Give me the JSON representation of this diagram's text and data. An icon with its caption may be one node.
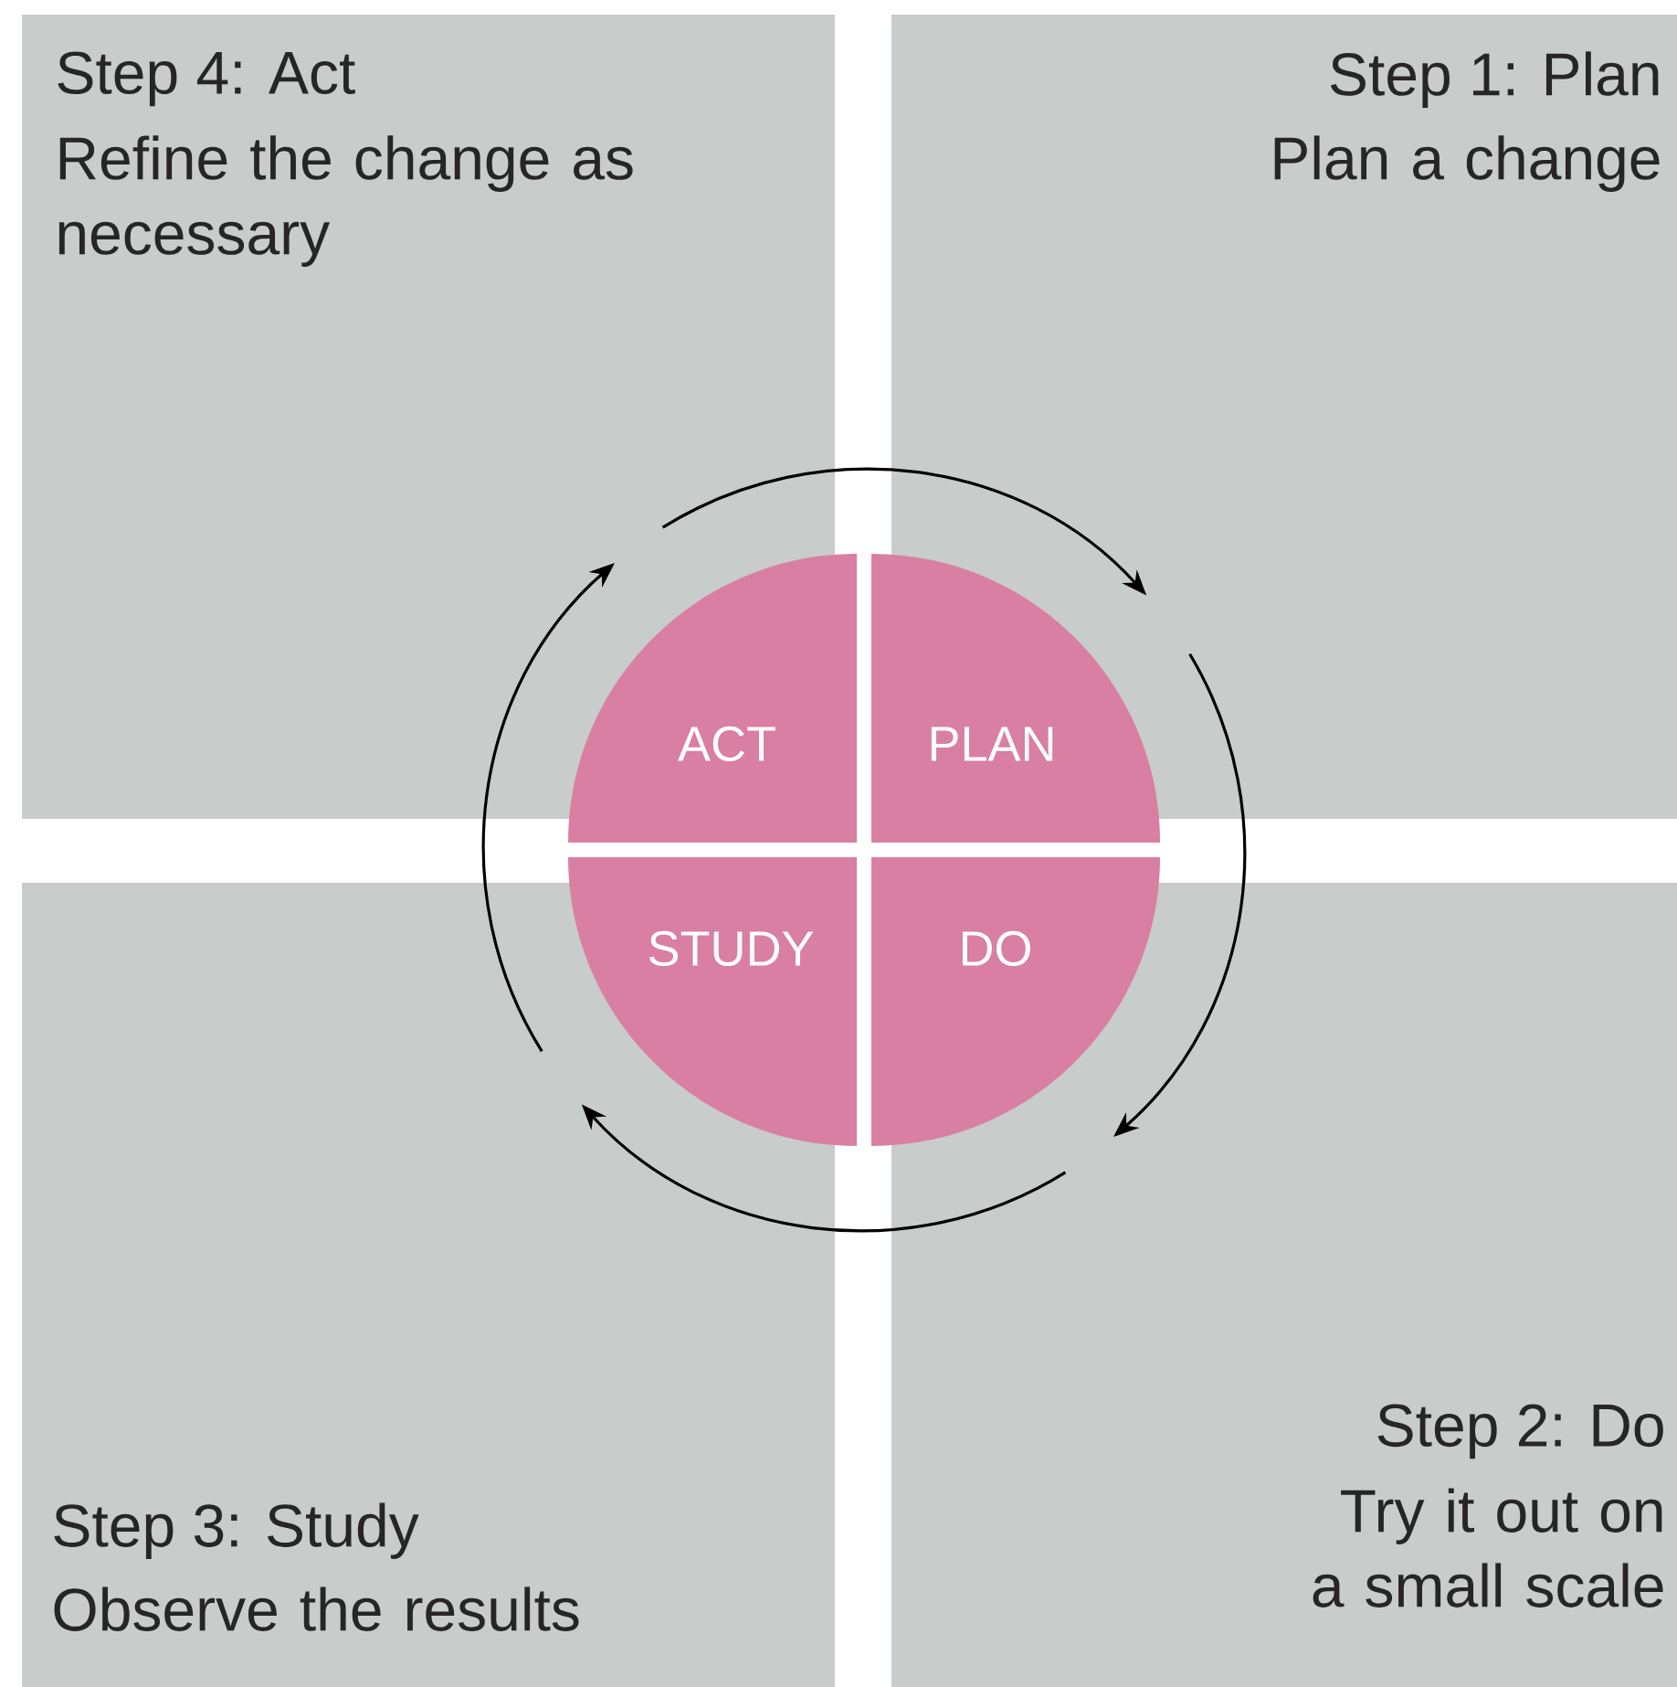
{
  "diagram": {
    "nodes": [
      {
        "text": [
          "Step 4:  Act",
          "Refine the change as necessary"
        ]
      },
      {
        "text": [
          "Step 1:  Plan",
          "Plan a change"
        ]
      },
      {
        "text": [
          "Step 3: Study",
          "Observe the results"
        ]
      },
      {
        "text": [
          "Step 2:  Do",
          "Try it out on a small scale"
        ]
      },
      {
        "text": [
          "ACT"
        ]
      },
      {
        "text": [
          "PLAN"
        ]
      },
      {
        "text": [
          "STUDY"
        ]
      },
      {
        "text": [
          "DO"
        ]
      }
    ],
    "edges": [
      {
        "from": 0,
        "to": 1,
        "arrow": "to"
      },
      {
        "from": 1,
        "to": 3,
        "arrow": "to"
      },
      {
        "from": 3,
        "to": 2,
        "arrow": "to"
      },
      {
        "from": 2,
        "to": 0,
        "arrow": "to"
      }
    ]
  }
}
